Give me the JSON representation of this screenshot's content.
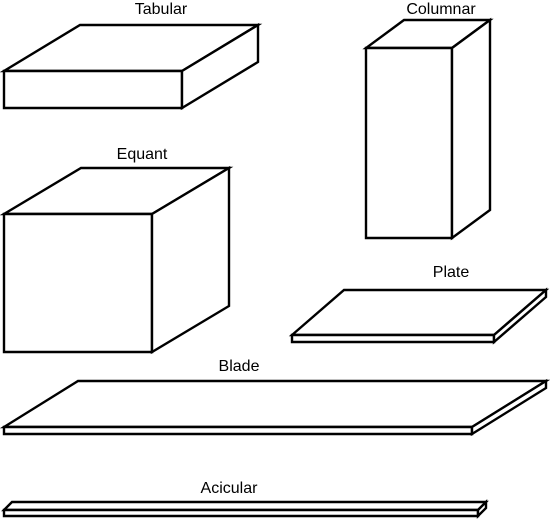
{
  "colors": {
    "stroke": "#000000",
    "fill": "#ffffff",
    "background": "#ffffff"
  },
  "shapes": [
    {
      "id": "tabular",
      "label": "Tabular"
    },
    {
      "id": "columnar",
      "label": "Columnar"
    },
    {
      "id": "equant",
      "label": "Equant"
    },
    {
      "id": "plate",
      "label": "Plate"
    },
    {
      "id": "blade",
      "label": "Blade"
    },
    {
      "id": "acicular",
      "label": "Acicular"
    }
  ]
}
